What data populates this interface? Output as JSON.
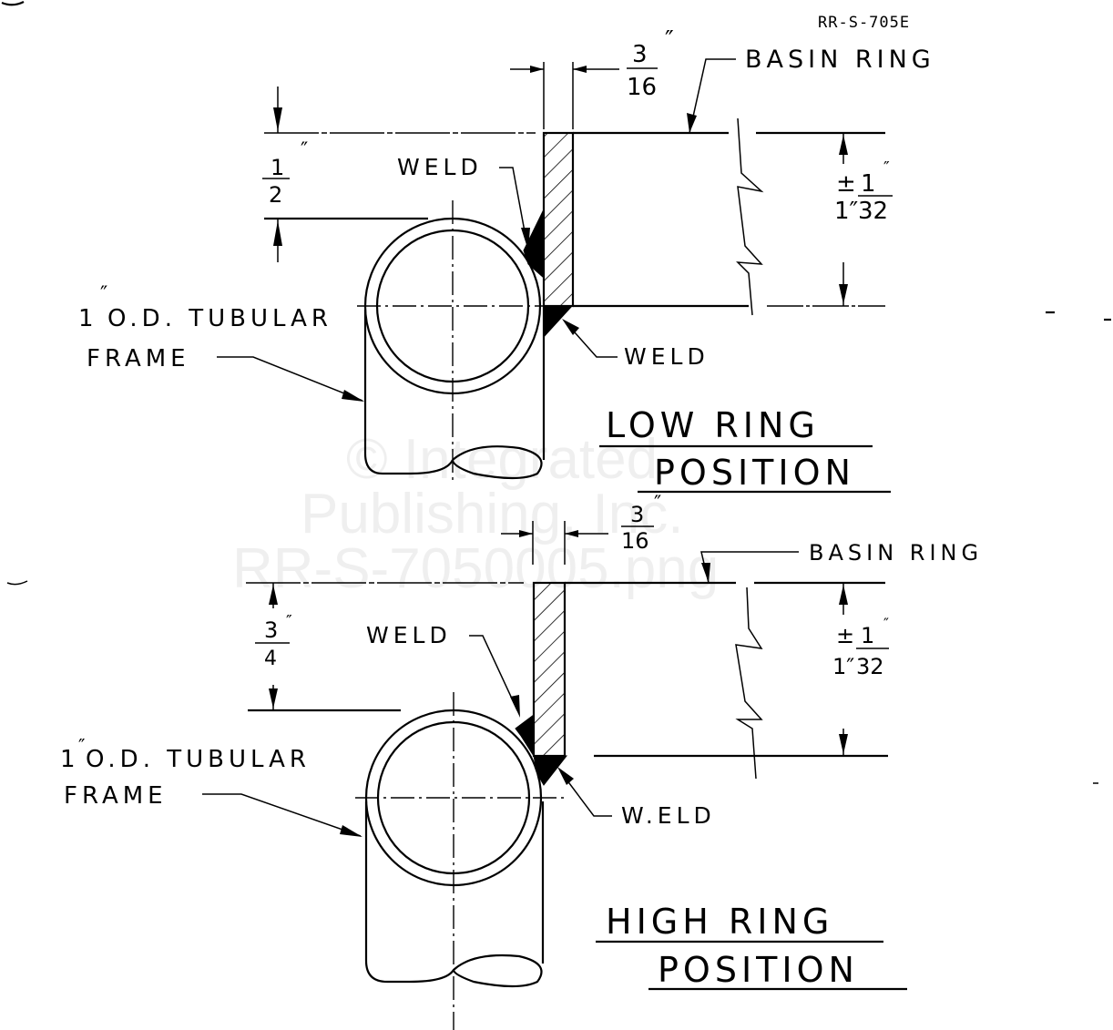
{
  "document_id": "RR-S-705E",
  "watermark": {
    "line1": "© Integrated",
    "line2": "Publishing, Inc.",
    "line3": "RR-S-7050005.png"
  },
  "views": [
    {
      "title_line1": "LOW RING",
      "title_line2": "POSITION",
      "basin_ring_label": "BASIN RING",
      "upper_weld_label": "WELD",
      "lower_weld_label": "WELD",
      "frame_label_line1": "1\" O.D. TUBULAR",
      "frame_label_line2": "FRAME",
      "frame_size_mark": "″",
      "frame_size": "1",
      "frame_desc": "O.D. TUBULAR",
      "ring_thickness": {
        "numerator": "3",
        "denominator": "16",
        "unit": "″"
      },
      "ring_offset": {
        "numerator": "1",
        "denominator": "2",
        "unit": "″"
      },
      "ring_height": {
        "whole": "1″",
        "plusminus": "±",
        "numerator": "1",
        "denominator": "32",
        "unit": "″"
      }
    },
    {
      "title_line1": "HIGH RING",
      "title_line2": "POSITION",
      "basin_ring_label": "BASIN RING",
      "upper_weld_label": "WELD",
      "lower_weld_label": "W.ELD",
      "frame_label_line1": "1\" O.D. TUBULAR",
      "frame_label_line2": "FRAME",
      "frame_size_mark": "″",
      "frame_size": "1",
      "frame_desc": "O.D. TUBULAR",
      "ring_thickness": {
        "numerator": "3",
        "denominator": "16",
        "unit": "″"
      },
      "ring_offset": {
        "numerator": "3",
        "denominator": "4",
        "unit": "″"
      },
      "ring_height": {
        "whole": "1″",
        "plusminus": "±",
        "numerator": "1",
        "denominator": "32",
        "unit": "″"
      }
    }
  ]
}
